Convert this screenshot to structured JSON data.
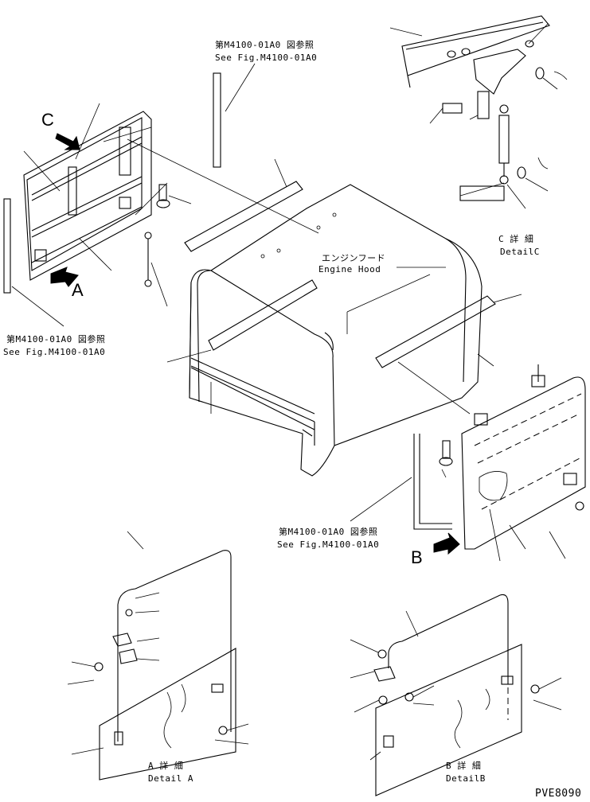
{
  "drawing_code": "PVE8090",
  "references": [
    {
      "jp": "第M4100-01A0 図参照",
      "en": "See Fig.M4100-01A0"
    },
    {
      "jp": "第M4100-01A0 図参照",
      "en": "See Fig.M4100-01A0"
    },
    {
      "jp": "第M4100-01A0 図参照",
      "en": "See Fig.M4100-01A0"
    }
  ],
  "engine_hood": {
    "jp": "エンジンフード",
    "en": "Engine Hood"
  },
  "details": {
    "c": {
      "jp": "C 詳 細",
      "en": "DetailC"
    },
    "a": {
      "jp": "A 詳 細",
      "en": "Detail A"
    },
    "b": {
      "jp": "B 詳 細",
      "en": "DetailB"
    }
  },
  "view_letters": {
    "a": "A",
    "b": "B",
    "c": "C"
  }
}
